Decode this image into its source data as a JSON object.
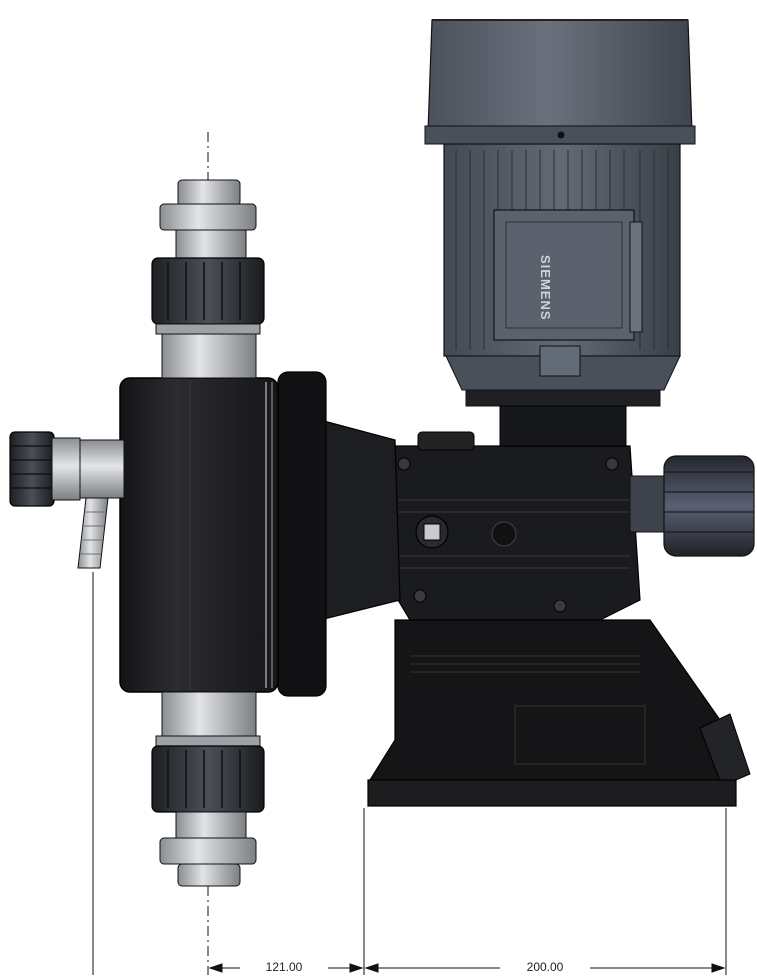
{
  "motor": {
    "brand": "SIEMENS"
  },
  "dimensions": [
    {
      "id": "offset",
      "value": "121.00"
    },
    {
      "id": "base",
      "value": "200.00"
    }
  ],
  "colors": {
    "motor_body": "#5d6470",
    "motor_shadow": "#3c424b",
    "pump_body": "#1b1b1d",
    "fitting": "#b4b7bb",
    "knob": "#2a2d33",
    "line": "#111111"
  }
}
